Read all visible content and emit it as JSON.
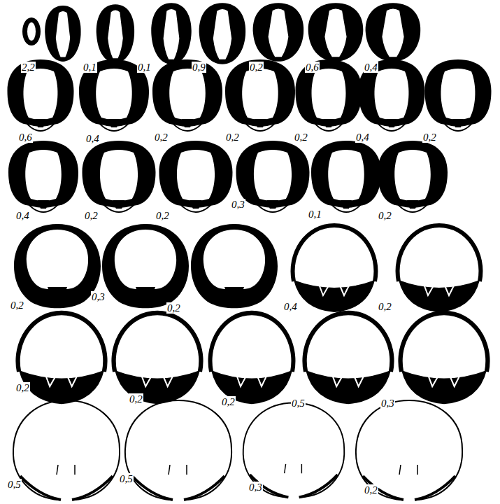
{
  "diagram": {
    "labels": [
      "2,2",
      "0,1",
      "0,1",
      "0,9",
      "0,2",
      "0,6",
      "0,4",
      "0,6",
      "0,4",
      "0,2",
      "0,2",
      "0,2",
      "0,4",
      "0,2",
      "0,4",
      "0,2",
      "0,2",
      "0,3",
      "0,1",
      "0,2",
      "0,2",
      "0,3",
      "0,2",
      "0,4",
      "0,2",
      "0,2",
      "0,2",
      "0,2",
      "0,5",
      "0,3",
      "0,5",
      "0,5",
      "0,3",
      "0,2"
    ]
  }
}
